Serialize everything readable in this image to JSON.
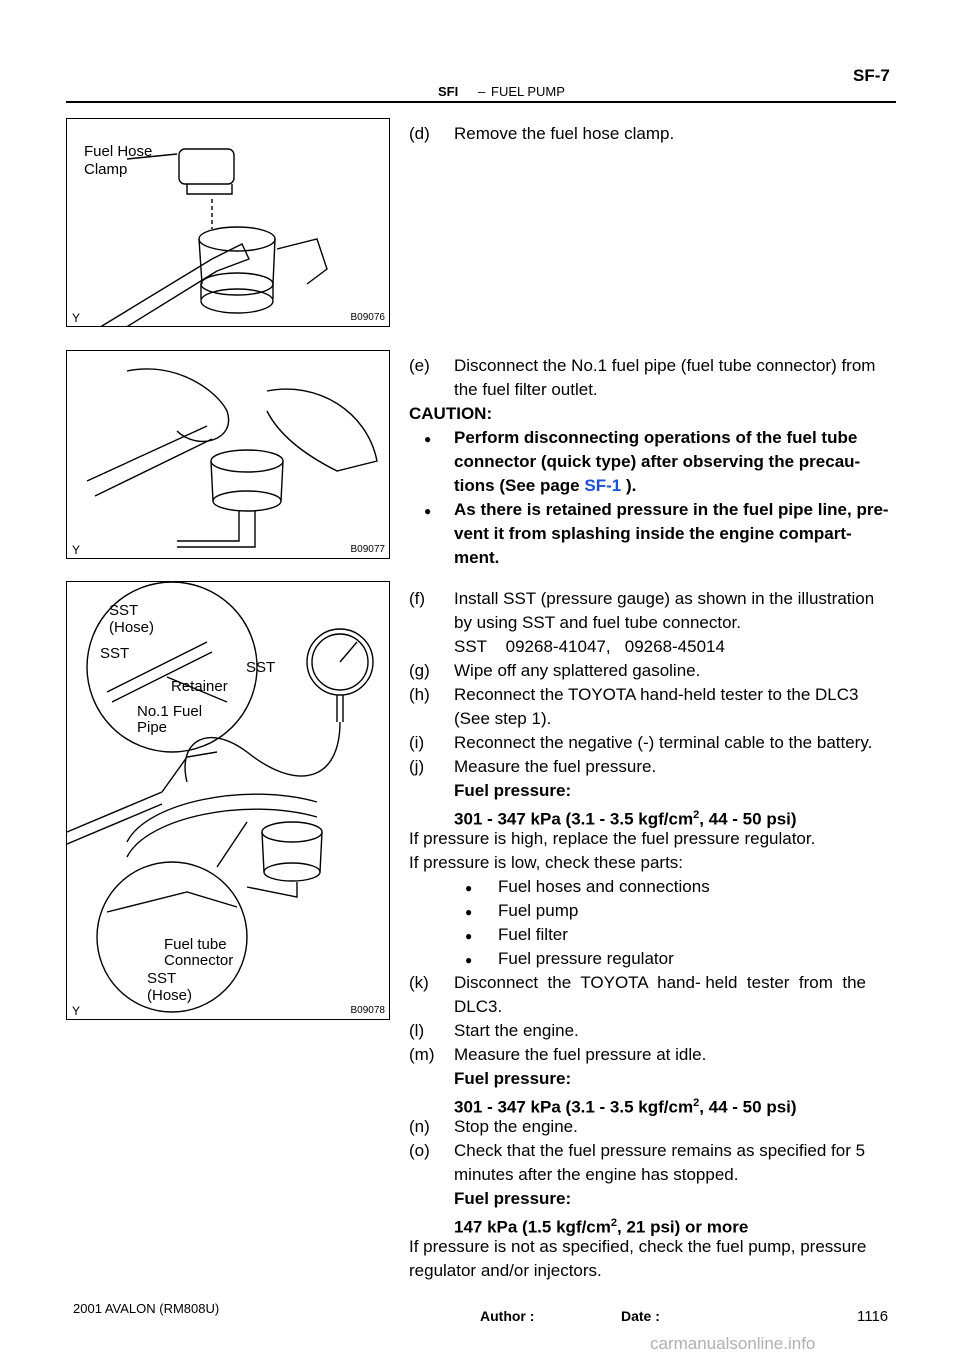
{
  "header": {
    "section": "SFI",
    "dash": "–",
    "title": "FUEL PUMP",
    "page": "SF-7"
  },
  "figures": [
    {
      "code": "B09076",
      "corner": "Y",
      "labels": [
        "Fuel Hose",
        "Clamp"
      ]
    },
    {
      "code": "B09077",
      "corner": "Y",
      "labels": []
    },
    {
      "code": "B09078",
      "corner": "Y",
      "labels": [
        "SST",
        "(Hose)",
        "SST",
        "SST",
        "Retainer",
        "No.1 Fuel",
        "Pipe",
        "Fuel tube",
        "Connector",
        "SST",
        "(Hose)"
      ]
    }
  ],
  "steps": {
    "d": {
      "letter": "(d)",
      "text": "Remove the fuel hose clamp."
    },
    "e": {
      "letter": "(e)",
      "line1": "Disconnect the No.1 fuel pipe (fuel tube connector) from",
      "line2": "the fuel filter outlet."
    },
    "caution": "CAUTION:",
    "caution_items": [
      {
        "line1": "Perform disconnecting operations of the fuel tube",
        "line2": "connector (quick type) after observing the precau-",
        "line3_pre": "tions (See page ",
        "link": "SF-1",
        "line3_post": " )."
      },
      {
        "line1": "As there is retained pressure in the fuel pipe line, pre-",
        "line2": "vent it from splashing inside the engine compart-",
        "line3": "ment."
      }
    ],
    "f": {
      "letter": "(f)",
      "line1": "Install SST (pressure gauge) as shown in the illustration",
      "line2": "by using SST and fuel tube connector.",
      "line3": "SST    09268-41047,   09268-45014"
    },
    "g": {
      "letter": "(g)",
      "text": "Wipe off any splattered gasoline."
    },
    "h": {
      "letter": "(h)",
      "line1": "Reconnect the TOYOTA hand-held tester to the DLC3",
      "line2": "(See step 1)."
    },
    "i": {
      "letter": "(i)",
      "text": "Reconnect the negative (-) terminal cable to the battery."
    },
    "j": {
      "letter": "(j)",
      "text": "Measure the fuel pressure."
    },
    "fp_label": "Fuel pressure:",
    "fp_value_pre": "301 - 347 kPa (3.1 - 3.5 kgf/cm",
    "fp_sup": "2",
    "fp_value_post": ", 44 - 50 psi)",
    "high": "If pressure is high, replace the fuel pressure regulator.",
    "low": "If pressure is low, check these parts:",
    "parts": [
      "Fuel hoses and connections",
      "Fuel pump",
      "Fuel filter",
      "Fuel pressure regulator"
    ],
    "k": {
      "letter": "(k)",
      "line1": "Disconnect  the  TOYOTA  hand- held  tester  from  the",
      "line2": "DLC3."
    },
    "l": {
      "letter": "(l)",
      "text": "Start the engine."
    },
    "m": {
      "letter": "(m)",
      "text": "Measure the fuel pressure at idle."
    },
    "n": {
      "letter": "(n)",
      "text": "Stop the engine."
    },
    "o": {
      "letter": "(o)",
      "line1": "Check that the fuel pressure remains as specified for 5",
      "line2": "minutes after the engine has stopped."
    },
    "fp3_pre": "147 kPa (1.5 kgf/cm",
    "fp3_sup": "2",
    "fp3_post": ", 21 psi) or more",
    "final1": "If pressure is not as specified, check the fuel pump, pressure",
    "final2": "regulator and/or injectors."
  },
  "footer": {
    "model": "2001 AVALON   (RM808U)",
    "author": "Author :",
    "date": "Date :",
    "number": "1116",
    "watermark": "carmanualsonline.info"
  }
}
